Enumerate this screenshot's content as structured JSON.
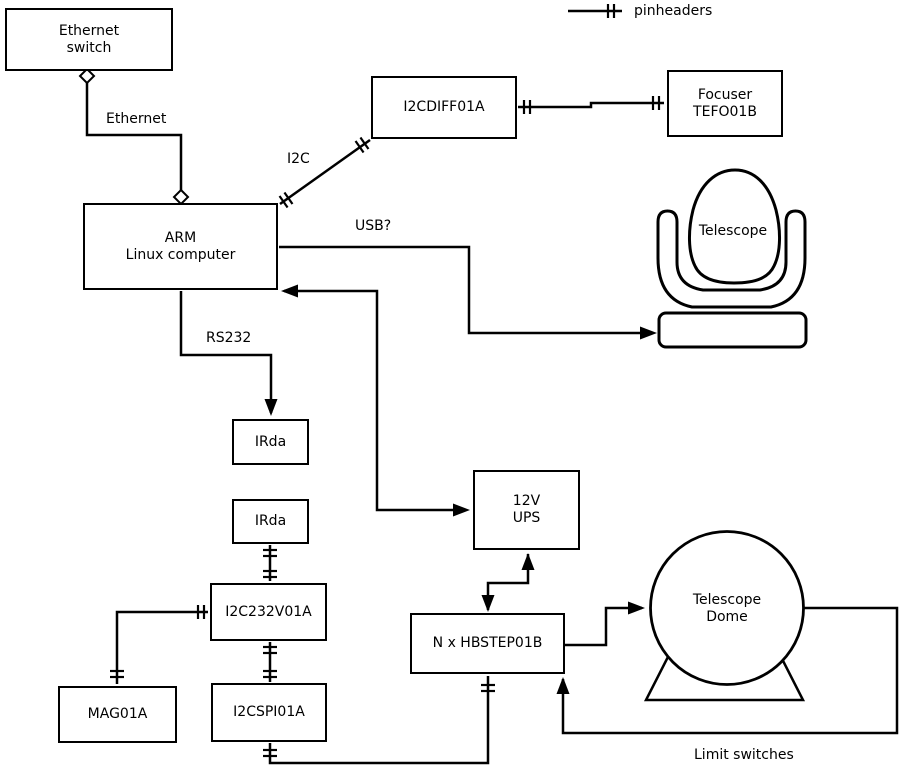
{
  "legend": {
    "pinheaders_label": "pinheaders"
  },
  "nodes": {
    "ethernet_switch": {
      "line1": "Ethernet",
      "line2": "switch"
    },
    "arm_computer": {
      "line1": "ARM",
      "line2": "Linux computer"
    },
    "i2cdiff": {
      "label": "I2CDIFF01A"
    },
    "focuser": {
      "line1": "Focuser",
      "line2": "TEFO01B"
    },
    "telescope": {
      "label": "Telescope"
    },
    "irda_upper": {
      "label": "IRda"
    },
    "irda_lower": {
      "label": "IRda"
    },
    "i2c232": {
      "label": "I2C232V01A"
    },
    "mag": {
      "label": "MAG01A"
    },
    "i2cspi": {
      "label": "I2CSPI01A"
    },
    "ups": {
      "line1": "12V",
      "line2": "UPS"
    },
    "hbstep": {
      "label": "N x HBSTEP01B"
    },
    "dome": {
      "line1": "Telescope",
      "line2": "Dome"
    }
  },
  "wire_labels": {
    "ethernet": "Ethernet",
    "i2c": "I2C",
    "usb": "USB?",
    "rs232": "RS232",
    "limit_switches": "Limit switches"
  },
  "colors": {
    "line": "#000000",
    "background": "#ffffff"
  }
}
